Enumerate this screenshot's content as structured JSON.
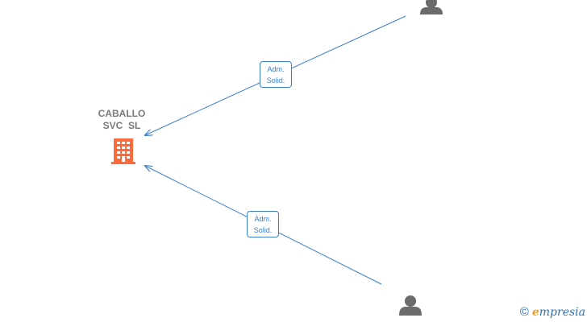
{
  "company": {
    "name_line1": "CABALLO",
    "name_line2": "SVC  SL",
    "icon": "building-icon",
    "color": "#ff6a3d"
  },
  "edges": [
    {
      "label_line1": "Adm.",
      "label_line2": "Solid."
    },
    {
      "label_line1": "Adm.",
      "label_line2": "Solid."
    }
  ],
  "persons": [
    {
      "icon": "person-icon"
    },
    {
      "icon": "person-icon"
    }
  ],
  "edge_color": "#3b7fd0",
  "person_color": "#6b6b6b",
  "watermark": {
    "symbol": "©",
    "brand_initial": "e",
    "brand_rest": "mpresia"
  }
}
